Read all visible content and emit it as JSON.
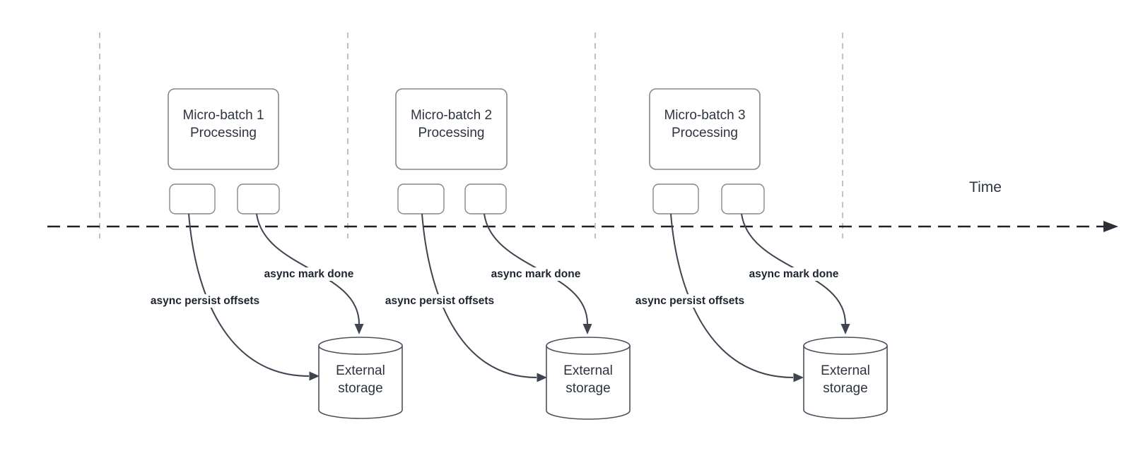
{
  "appearance": {
    "background": "#ffffff",
    "guide_line_color": "#aeaeae",
    "timeline_color": "#1d222a",
    "shape_stroke_color": "#83878d",
    "connector_color": "#3e4450",
    "arrow_label_color": "#1d242e",
    "node_text_color": "#2d3440"
  },
  "diagram": {
    "time_axis_label": "Time",
    "sections": [
      {
        "process_box_label": "Micro-batch 1\nProcessing",
        "persist_arrow_label": "async persist offsets",
        "mark_done_arrow_label": "async mark done",
        "storage_label": "External\nstorage"
      },
      {
        "process_box_label": "Micro-batch 2\nProcessing",
        "persist_arrow_label": "async persist offsets",
        "mark_done_arrow_label": "async mark done",
        "storage_label": "External\nstorage"
      },
      {
        "process_box_label": "Micro-batch 3\nProcessing",
        "persist_arrow_label": "async persist offsets",
        "mark_done_arrow_label": "async mark done",
        "storage_label": "External\nstorage"
      }
    ]
  }
}
